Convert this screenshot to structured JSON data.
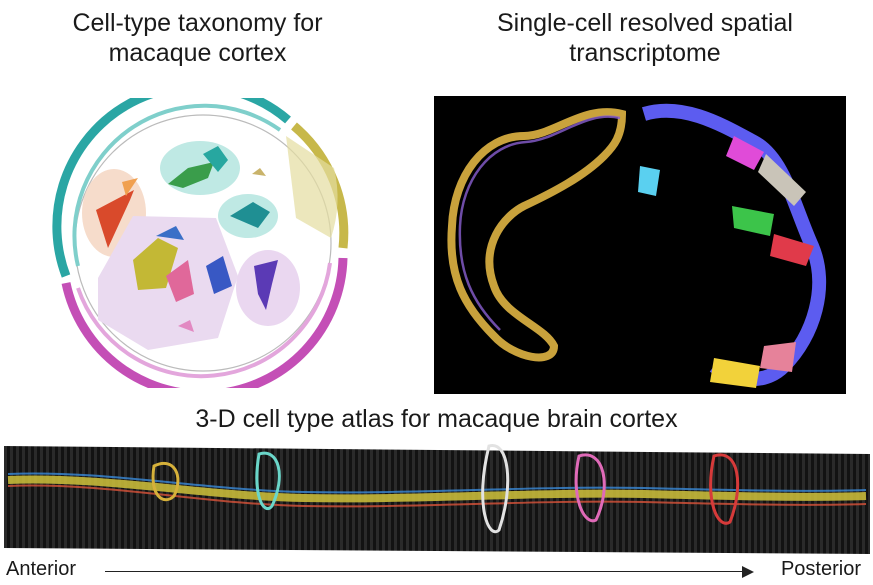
{
  "titles": {
    "taxonomy": "Cell-type taxonomy for macaque cortex",
    "spatial": "Single-cell resolved spatial transcriptome",
    "atlas": "3-D cell type atlas for macaque brain cortex"
  },
  "axis": {
    "start_label": "Anterior",
    "end_label": "Posterior"
  },
  "colors": {
    "ring_teal": "#2aa6a4",
    "ring_olive": "#c7b84a",
    "ring_magenta": "#c44fb6",
    "background": "#ffffff",
    "spatial_bg": "#000000"
  }
}
